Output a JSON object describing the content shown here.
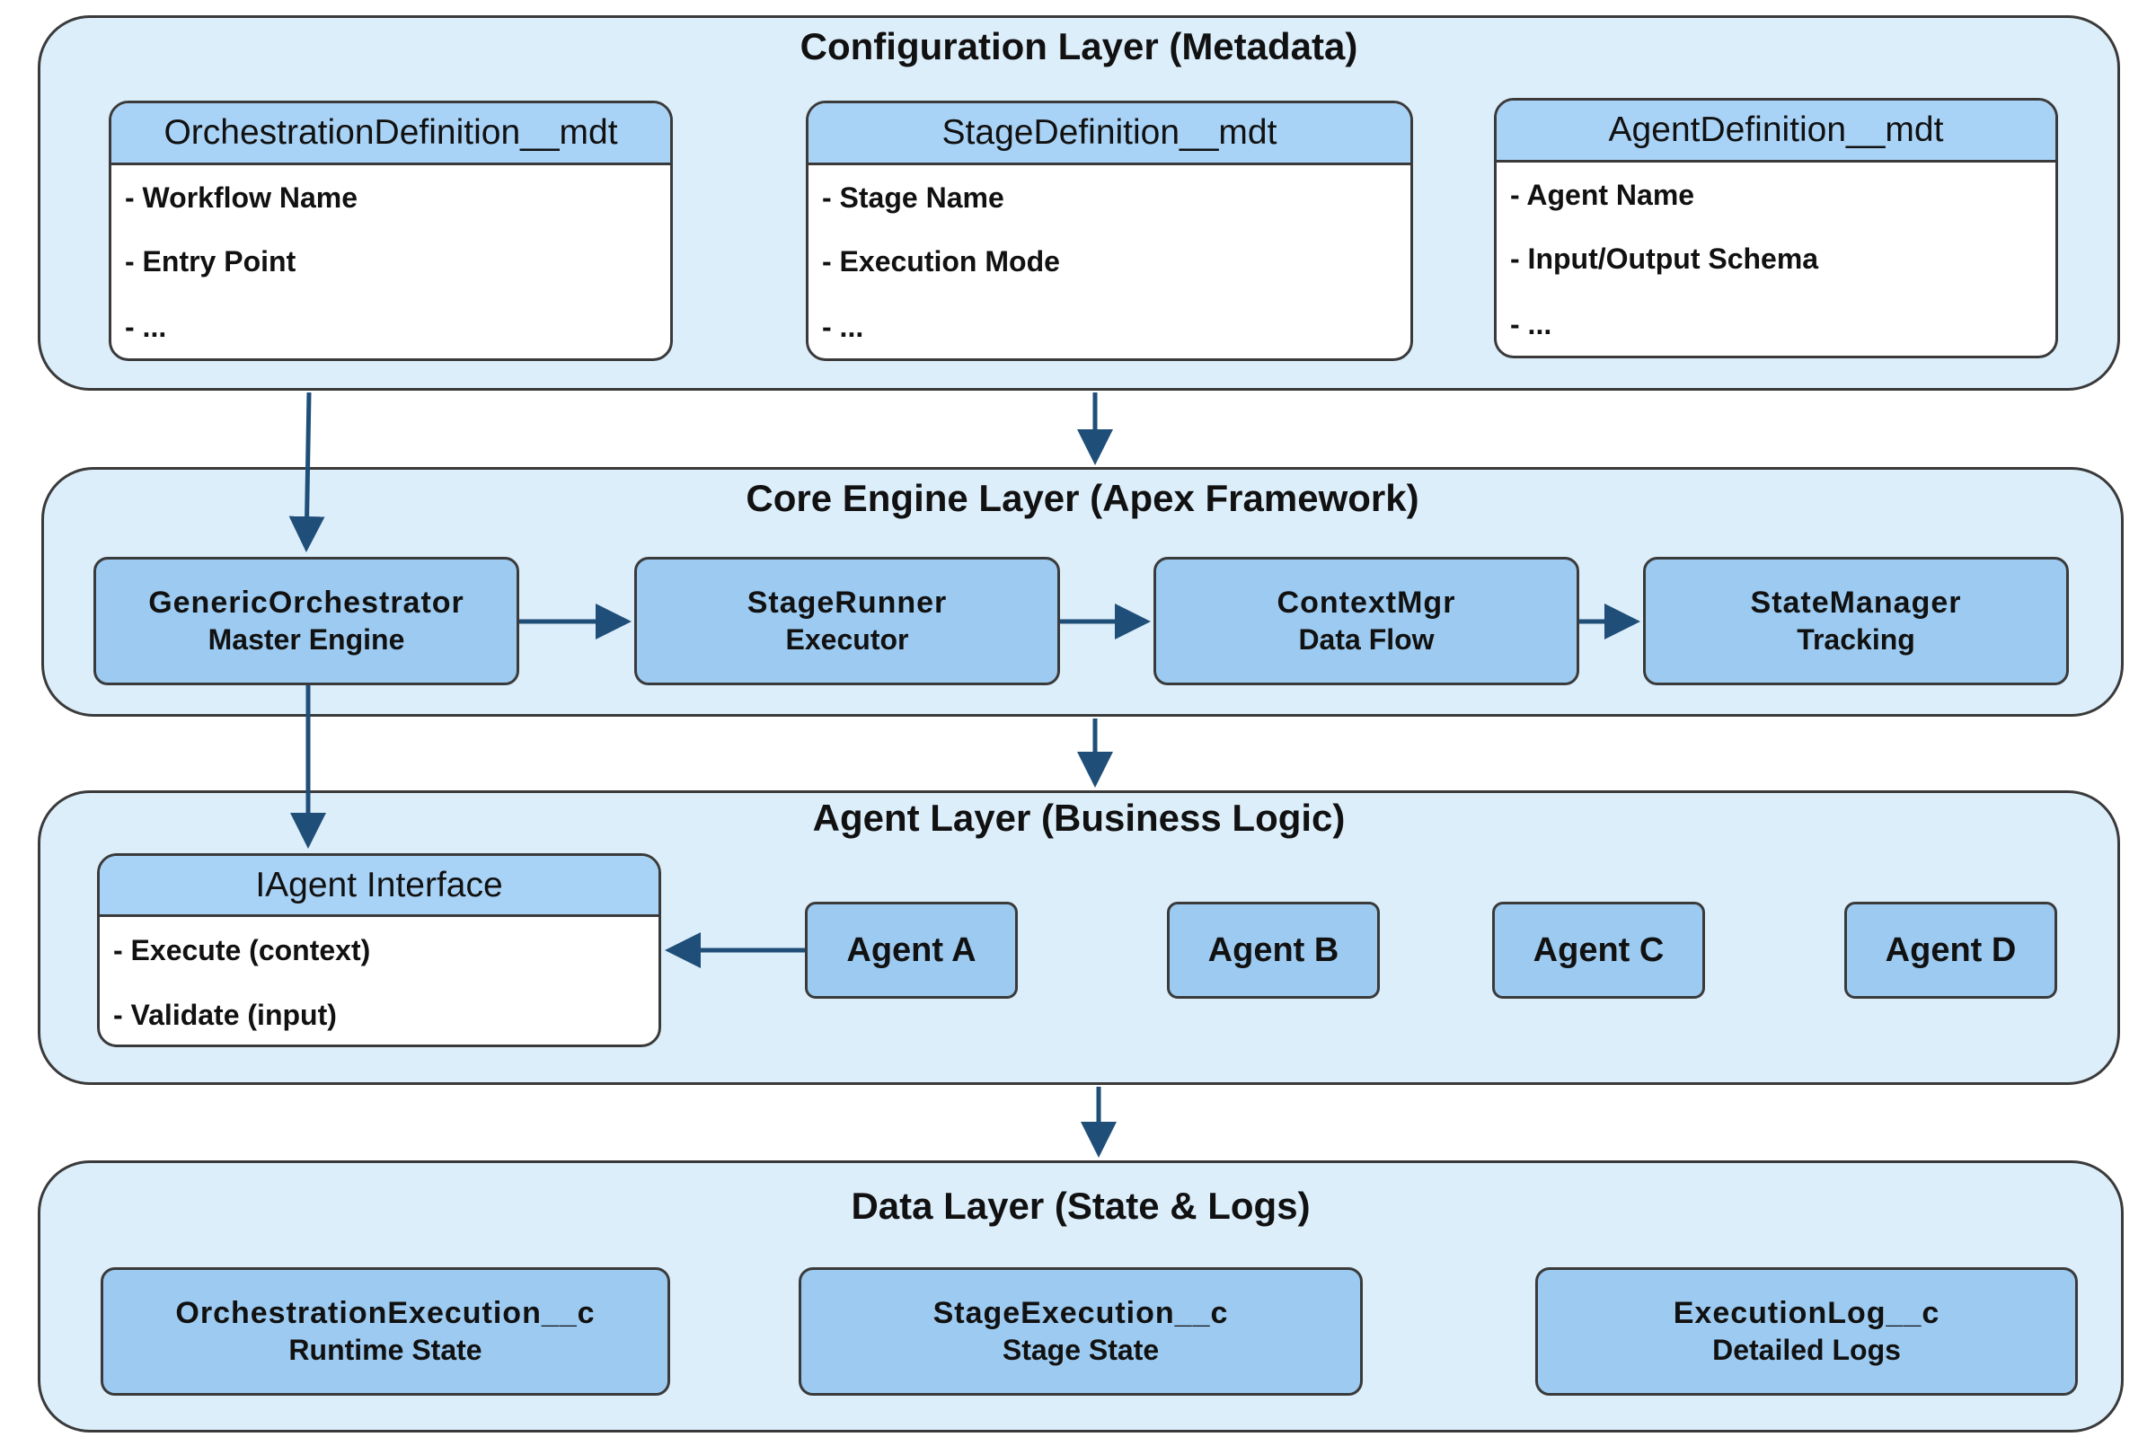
{
  "config_layer": {
    "title": "Configuration Layer (Metadata)",
    "boxes": [
      {
        "name": "OrchestrationDefinition__mdt",
        "items": [
          "- Workflow Name",
          "- Entry Point",
          "- ..."
        ]
      },
      {
        "name": "StageDefinition__mdt",
        "items": [
          "- Stage Name",
          "- Execution Mode",
          "- ..."
        ]
      },
      {
        "name": "AgentDefinition__mdt",
        "items": [
          "- Agent Name",
          "- Input/Output Schema",
          "- ..."
        ]
      }
    ]
  },
  "core_layer": {
    "title": "Core Engine Layer (Apex Framework)",
    "components": [
      {
        "name": "GenericOrchestrator",
        "role": "Master Engine"
      },
      {
        "name": "StageRunner",
        "role": "Executor"
      },
      {
        "name": "ContextMgr",
        "role": "Data Flow"
      },
      {
        "name": "StateManager",
        "role": "Tracking"
      }
    ]
  },
  "agent_layer": {
    "title": "Agent Layer (Business Logic)",
    "interface": {
      "name": "IAgent Interface",
      "items": [
        "- Execute (context)",
        "- Validate (input)"
      ]
    },
    "agents": [
      "Agent A",
      "Agent B",
      "Agent C",
      "Agent D"
    ]
  },
  "data_layer": {
    "title": "Data Layer (State & Logs)",
    "components": [
      {
        "name": "OrchestrationExecution__c",
        "role": "Runtime State"
      },
      {
        "name": "StageExecution__c",
        "role": "Stage State"
      },
      {
        "name": "ExecutionLog__c",
        "role": "Detailed Logs"
      }
    ]
  },
  "colors": {
    "layer_fill": "#ddeefb",
    "header_fill": "#a9d3f6",
    "component_fill": "#9ccaf0",
    "arrow": "#1f4e79",
    "border": "#3a3a3a"
  }
}
